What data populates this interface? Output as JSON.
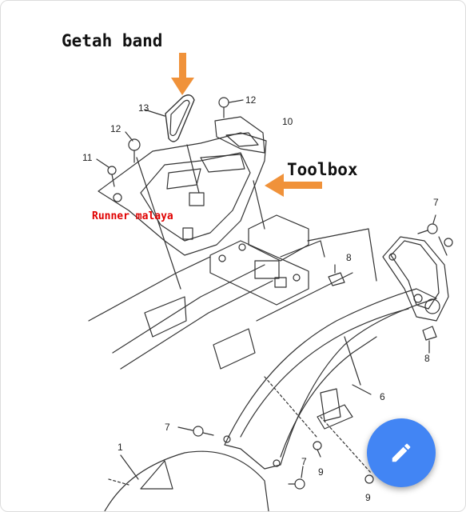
{
  "annotations": {
    "getah_band": "Getah band",
    "toolbox": "Toolbox",
    "watermark": "Runner malaya"
  },
  "part_numbers": {
    "n13": "13",
    "n12_top": "12",
    "n12_left": "12",
    "n10": "10",
    "n11": "11",
    "n7_right": "7",
    "n8_mid": "8",
    "n8_right": "8",
    "n6": "6",
    "n7_bottom_left": "7",
    "n9": "9",
    "n7_bottom": "7",
    "n1": "1",
    "n9_bottom": "9"
  },
  "fab": {
    "icon": "pencil-edit-icon"
  },
  "colors": {
    "arrow": "#f0923a",
    "fab": "#4285f4",
    "watermark": "#e00000"
  }
}
